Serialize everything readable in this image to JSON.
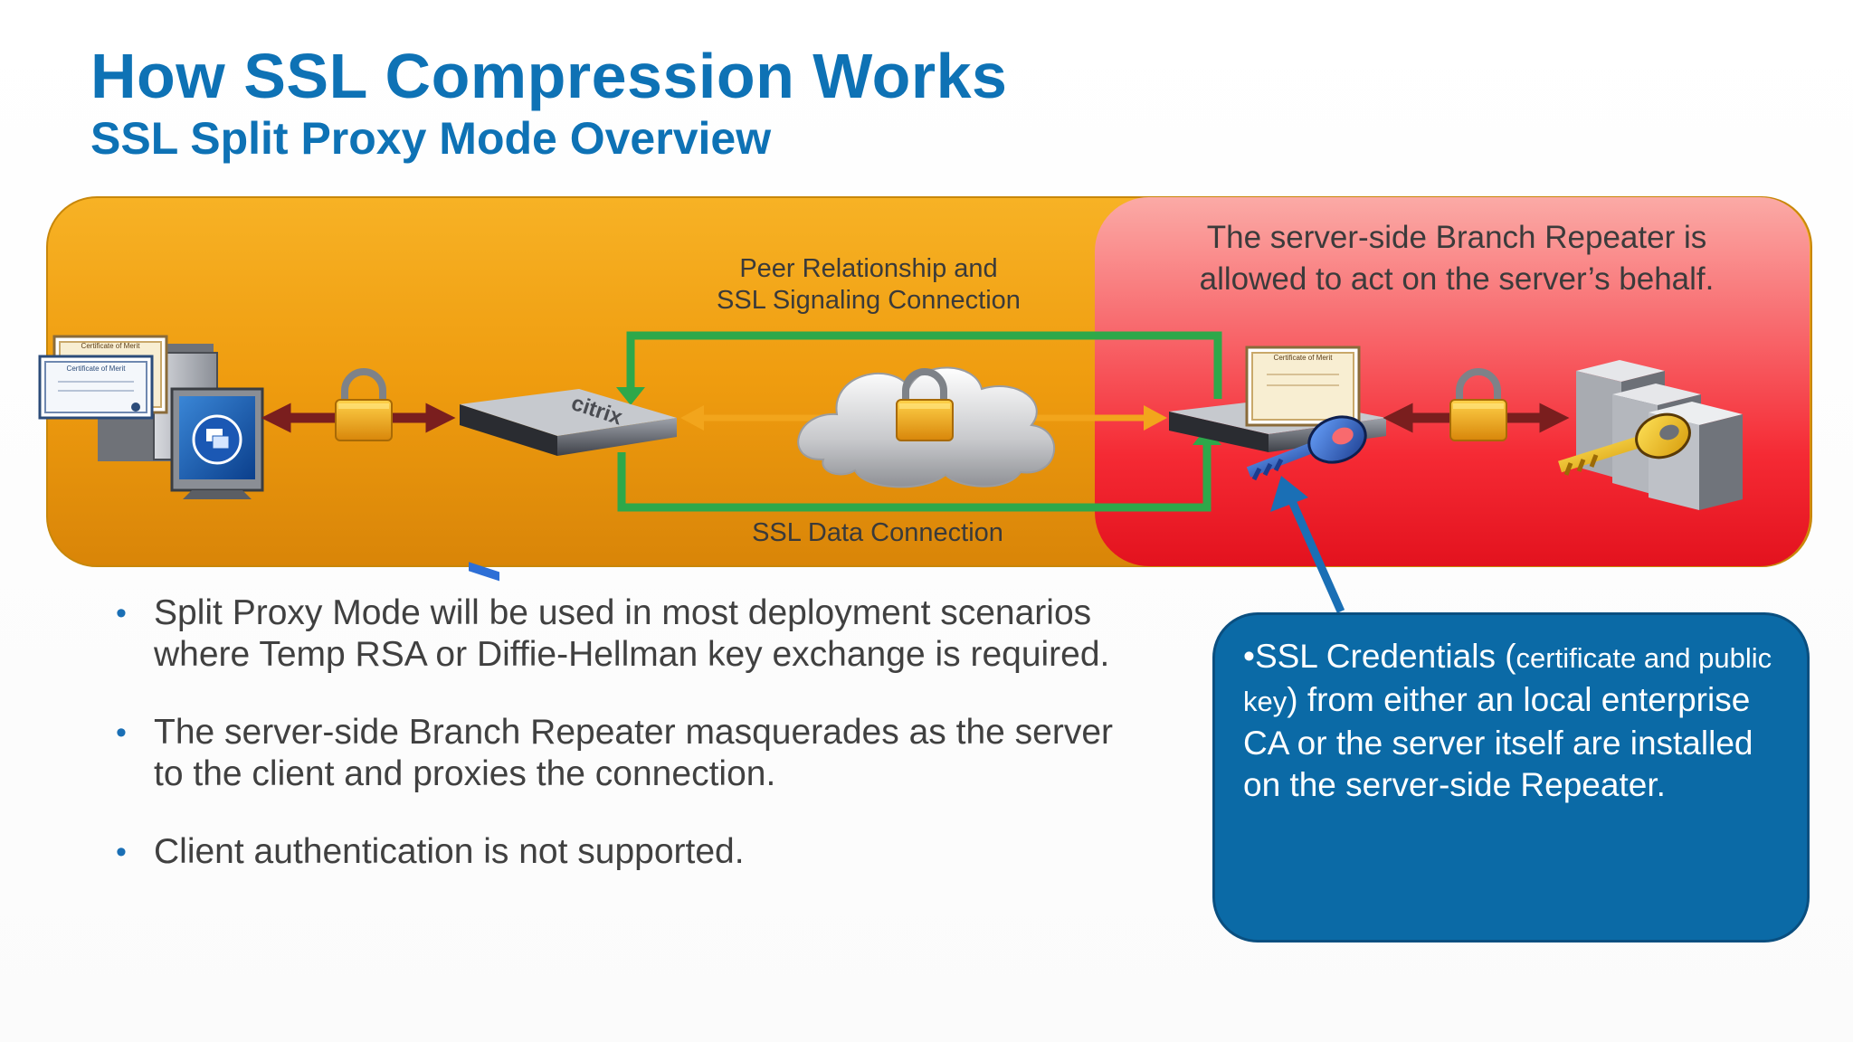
{
  "slide": {
    "title": "How SSL Compression Works",
    "subtitle": "SSL Split Proxy Mode Overview"
  },
  "diagram": {
    "peer_label_line1": "Peer Relationship and",
    "peer_label_line2": "SSL Signaling Connection",
    "data_label": "SSL Data Connection",
    "server_note": "The server-side Branch Repeater is allowed to act on the server’s behalf.",
    "appliance_brand": "citrix",
    "certificate_title": "Certificate of Merit",
    "colors": {
      "client_zone": "#f0a010",
      "server_zone": "#f5303a",
      "green_path": "#2ea84a",
      "arrow_maroon": "#7a1e1e",
      "arrow_orange": "#f2a51c",
      "callout_arrow": "#1a6fb5"
    }
  },
  "bullets": [
    "Split Proxy Mode will be used in most deployment scenarios where Temp RSA or Diffie-Hellman key exchange is required.",
    "The server-side Branch Repeater masquerades as the server to the client and proxies the connection.",
    "Client authentication is not supported."
  ],
  "bullet_symbol": "•",
  "callout": {
    "prefix": "•SSL Credentials (",
    "small": "certificate and public key",
    "suffix": ") from either an local enterprise CA or the server itself are installed on the server-side Repeater."
  }
}
